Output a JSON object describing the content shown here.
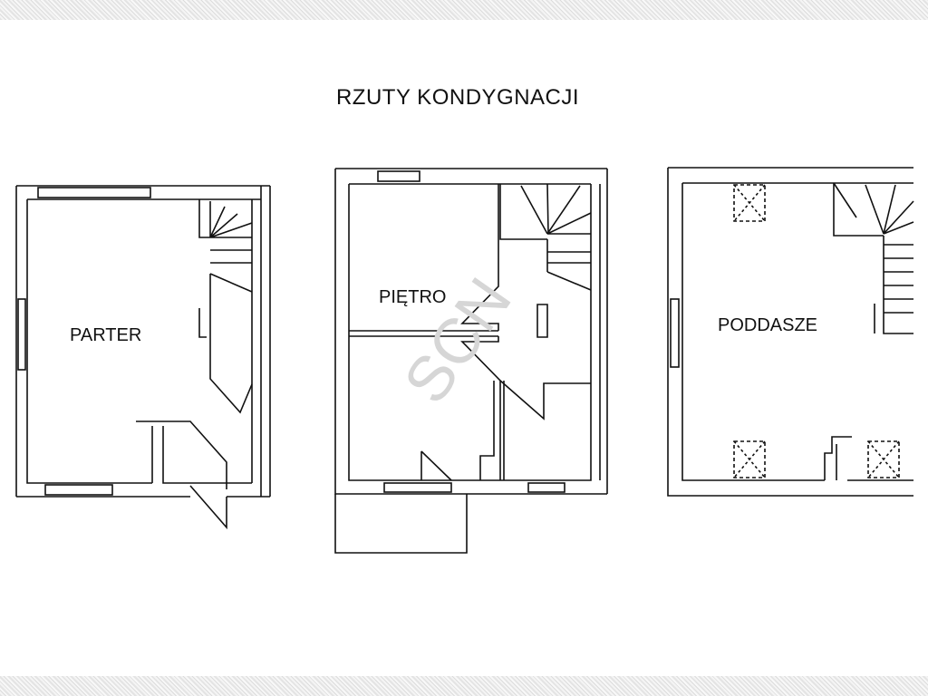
{
  "title": "RZUTY KONDYGNACJI",
  "floors": [
    {
      "label": "PARTER"
    },
    {
      "label": "PIĘTRO"
    },
    {
      "label": "PODDASZE"
    }
  ],
  "watermark": "SCN",
  "colors": {
    "line": "#111111",
    "background": "#ffffff",
    "watermark": "#d6d6d6"
  }
}
